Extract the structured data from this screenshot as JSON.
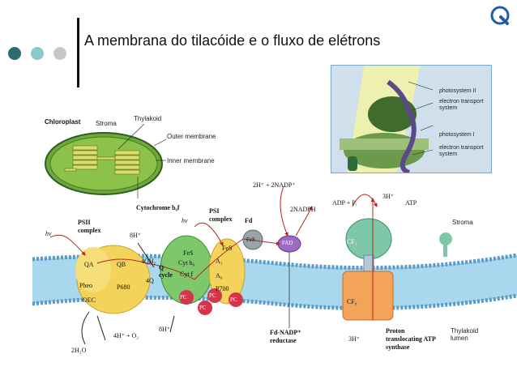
{
  "slide": {
    "title": "A membrana do tilacóide e o fluxo de elétrons",
    "colors": {
      "accent_dark": "#2f6b6e",
      "accent_mid": "#8fc8c8",
      "accent_light": "#c8c8c8",
      "logo": "#1f5fa8"
    }
  },
  "chloroplast": {
    "title": "Chloroplast",
    "stroma": "Stroma",
    "thylakoid": "Thylakoid",
    "outer_membrane": "Outer membrane",
    "inner_membrane": "Inner membrane"
  },
  "inset": {
    "labels": [
      "photosystem II",
      "electron transport system",
      "photosystem I",
      "electron transport system"
    ]
  },
  "membrane": {
    "hv1": "hv",
    "hv2": "hv",
    "psii_title": "PSII complex",
    "psii_qa": "QA",
    "psii_qb": "QB",
    "psii_pheo": "Pheo",
    "psii_p680": "P680",
    "psii_oec": "OEC",
    "h8_top": "8H⁺",
    "cytb6f_title": "Cytochrome b₆f",
    "qh2": "4QH₂",
    "q4": "4Q",
    "q_cycle": "Q cycle",
    "cyt_b6": "Cyt b₆",
    "cyt_f": "Cyt f",
    "fes_cyt": "FeS",
    "psi_title": "PSI complex",
    "psi_fes": "FeS",
    "psi_a1": "A₁",
    "psi_a0": "A₀",
    "psi_p700": "P700",
    "pc_labels": [
      "PC",
      "PC",
      "PC",
      "PC"
    ],
    "fd_title": "Fd",
    "fd_fes": "FeS",
    "fad": "FAD",
    "nadp_in": "2H⁺ + 2NADP⁺",
    "nadph": "2NADPH",
    "fd_nadp_reductase": "Fd-NADP⁺ reductase",
    "adp": "ADP + Pᵢ",
    "h3_top": "3H⁺",
    "atp": "ATP",
    "cf1": "CF₁",
    "cf0": "CF₀",
    "h3_bottom": "3H⁺",
    "atp_synthase": "Proton translocating ATP synthase",
    "stroma": "Stroma",
    "lumen": "Thylakoid lumen",
    "h8_bottom": "8H⁺",
    "water_products": "4H⁺ + O₂",
    "water": "2H₂O"
  }
}
